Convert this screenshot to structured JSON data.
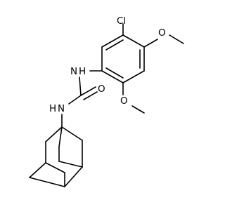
{
  "molecule": {
    "atom_labels": {
      "chlorine": "Cl",
      "amine_nh_aryl": "N",
      "amine_h_aryl": "H",
      "amine_nh_adamantyl": "N",
      "amine_h_adamantyl": "H",
      "carbonyl_oxygen": "O",
      "methoxy_oxygen_para": "O",
      "methoxy_oxygen_ortho": "O"
    },
    "colors": {
      "bond": "#000000",
      "label": "#000000",
      "background": "#ffffff"
    }
  }
}
